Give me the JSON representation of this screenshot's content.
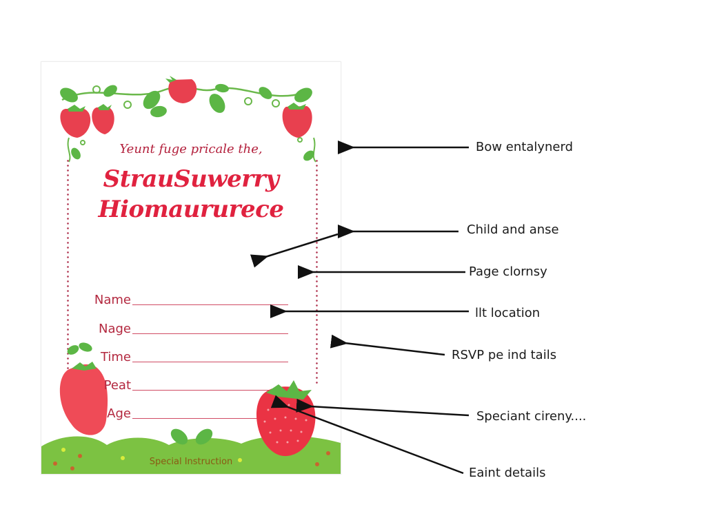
{
  "invitation": {
    "subtitle": "Yeunt fuge pricale the,",
    "title_line1": "StrauSuwerry",
    "title_line2": "Hiomaururece",
    "fields": [
      {
        "label": "Name"
      },
      {
        "label": "Nage"
      },
      {
        "label": "Time"
      },
      {
        "label": "Peat"
      },
      {
        "label": "Age"
      }
    ],
    "footer": "Special Instruction"
  },
  "callouts": [
    {
      "label": "Bow entalynerd"
    },
    {
      "label": "Child and anse"
    },
    {
      "label": "Page clornsy"
    },
    {
      "label": "llt location"
    },
    {
      "label": "RSVP pe ind tails"
    },
    {
      "label": "Speciant cireny...."
    },
    {
      "label": "Eaint details"
    }
  ],
  "colors": {
    "title_red": "#e0223f",
    "label_red": "#b3283f",
    "strawberry": "#ea3344",
    "leaf_green": "#5cb645",
    "ground_green": "#7cc242",
    "arrow": "#111111"
  }
}
